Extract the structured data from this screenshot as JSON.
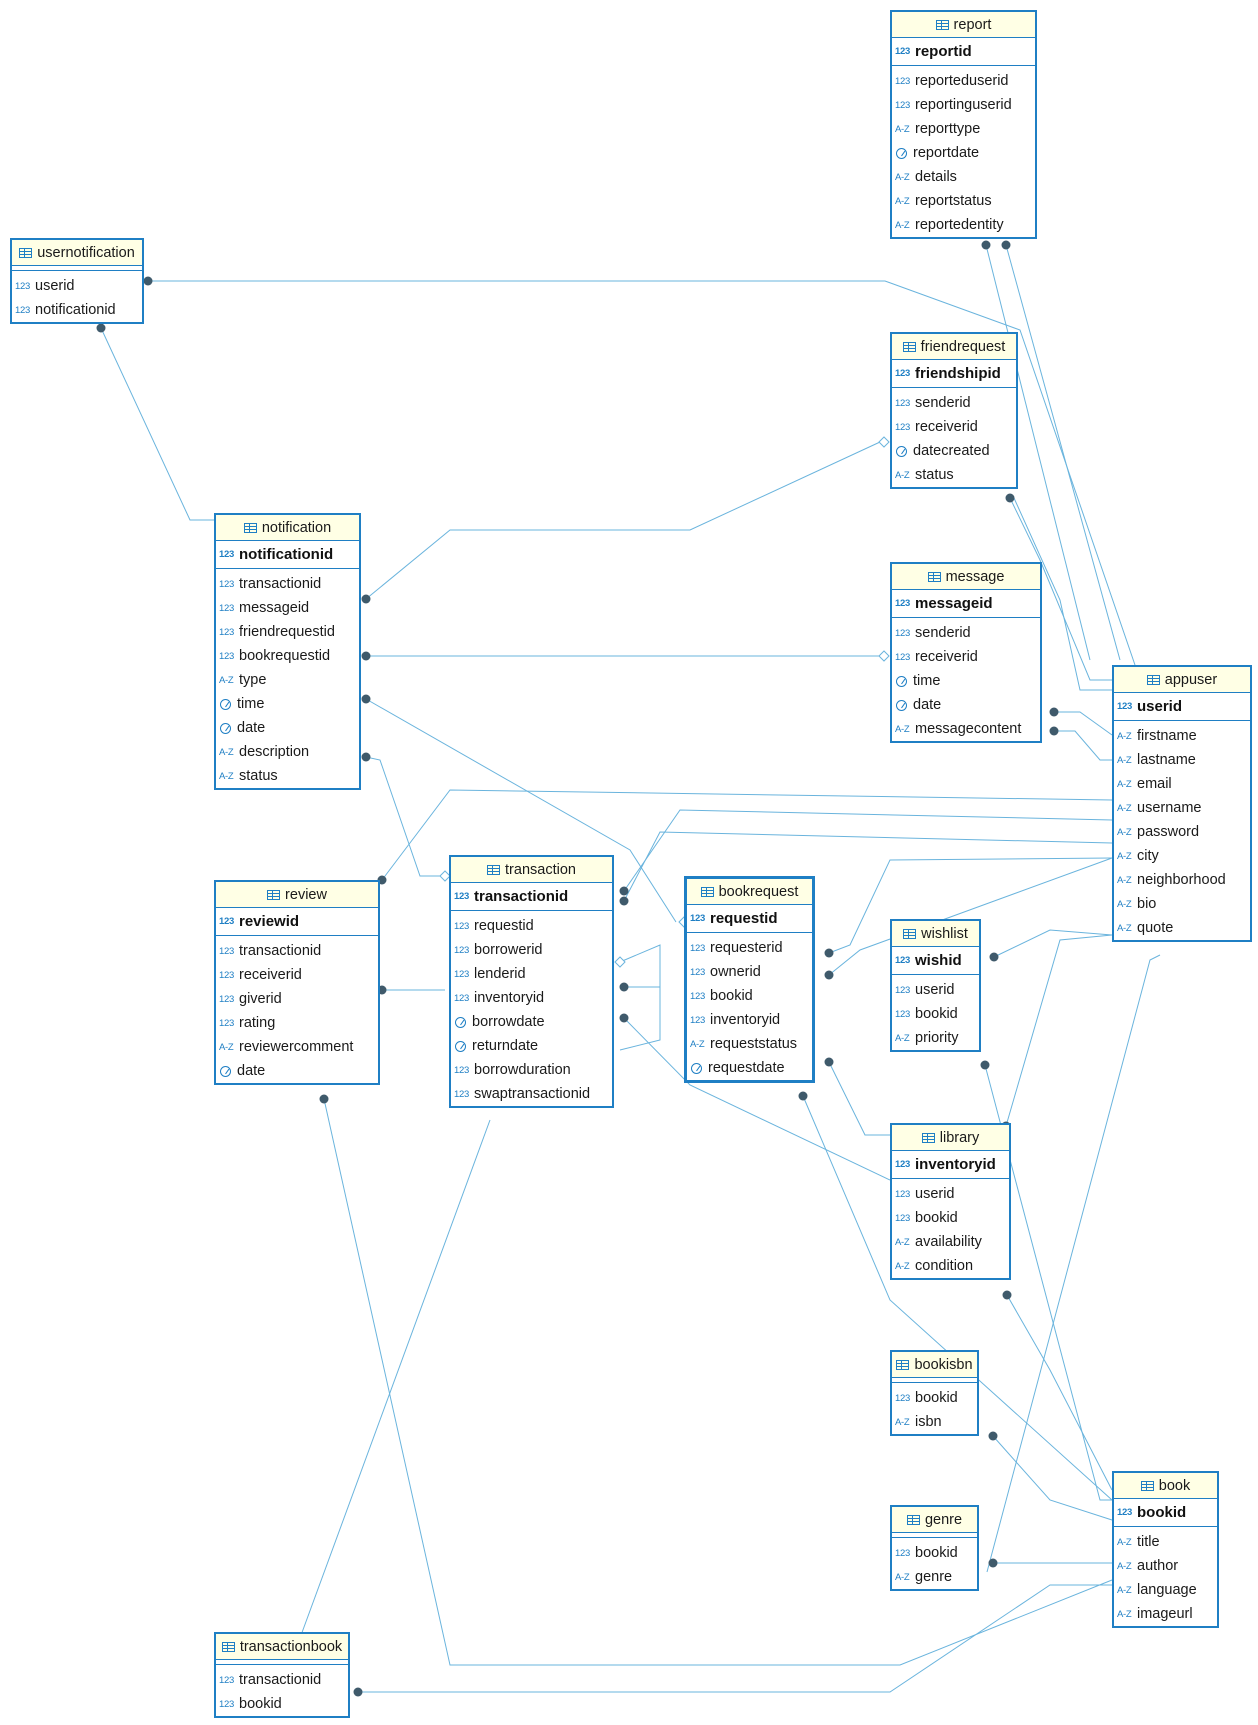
{
  "diagram": {
    "tables": [
      {
        "id": "report",
        "name": "report",
        "pk": {
          "type": "123",
          "name": "reportid"
        },
        "columns": [
          {
            "type": "123",
            "name": "reporteduserid"
          },
          {
            "type": "123",
            "name": "reportinguserid"
          },
          {
            "type": "A-Z",
            "name": "reporttype"
          },
          {
            "type": "clock",
            "name": "reportdate"
          },
          {
            "type": "A-Z",
            "name": "details"
          },
          {
            "type": "A-Z",
            "name": "reportstatus"
          },
          {
            "type": "A-Z",
            "name": "reportedentity"
          }
        ]
      },
      {
        "id": "usernotification",
        "name": "usernotification",
        "pk": null,
        "columns": [
          {
            "type": "123",
            "name": "userid"
          },
          {
            "type": "123",
            "name": "notificationid"
          }
        ]
      },
      {
        "id": "friendrequest",
        "name": "friendrequest",
        "pk": {
          "type": "123",
          "name": "friendshipid"
        },
        "columns": [
          {
            "type": "123",
            "name": "senderid"
          },
          {
            "type": "123",
            "name": "receiverid"
          },
          {
            "type": "clock",
            "name": "datecreated"
          },
          {
            "type": "A-Z",
            "name": "status"
          }
        ]
      },
      {
        "id": "notification",
        "name": "notification",
        "pk": {
          "type": "123",
          "name": "notificationid"
        },
        "columns": [
          {
            "type": "123",
            "name": "transactionid"
          },
          {
            "type": "123",
            "name": "messageid"
          },
          {
            "type": "123",
            "name": "friendrequestid"
          },
          {
            "type": "123",
            "name": "bookrequestid"
          },
          {
            "type": "A-Z",
            "name": "type"
          },
          {
            "type": "clock",
            "name": "time"
          },
          {
            "type": "clock",
            "name": "date"
          },
          {
            "type": "A-Z",
            "name": "description"
          },
          {
            "type": "A-Z",
            "name": "status"
          }
        ]
      },
      {
        "id": "message",
        "name": "message",
        "pk": {
          "type": "123",
          "name": "messageid"
        },
        "columns": [
          {
            "type": "123",
            "name": "senderid"
          },
          {
            "type": "123",
            "name": "receiverid"
          },
          {
            "type": "clock",
            "name": "time"
          },
          {
            "type": "clock",
            "name": "date"
          },
          {
            "type": "A-Z",
            "name": "messagecontent"
          }
        ]
      },
      {
        "id": "appuser",
        "name": "appuser",
        "pk": {
          "type": "123",
          "name": "userid"
        },
        "columns": [
          {
            "type": "A-Z",
            "name": "firstname"
          },
          {
            "type": "A-Z",
            "name": "lastname"
          },
          {
            "type": "A-Z",
            "name": "email"
          },
          {
            "type": "A-Z",
            "name": "username"
          },
          {
            "type": "A-Z",
            "name": "password"
          },
          {
            "type": "A-Z",
            "name": "city"
          },
          {
            "type": "A-Z",
            "name": "neighborhood"
          },
          {
            "type": "A-Z",
            "name": "bio"
          },
          {
            "type": "A-Z",
            "name": "quote"
          }
        ]
      },
      {
        "id": "review",
        "name": "review",
        "pk": {
          "type": "123",
          "name": "reviewid"
        },
        "columns": [
          {
            "type": "123",
            "name": "transactionid"
          },
          {
            "type": "123",
            "name": "receiverid"
          },
          {
            "type": "123",
            "name": "giverid"
          },
          {
            "type": "123",
            "name": "rating"
          },
          {
            "type": "A-Z",
            "name": "reviewercomment"
          },
          {
            "type": "clock",
            "name": "date"
          }
        ]
      },
      {
        "id": "transaction",
        "name": "transaction",
        "pk": {
          "type": "123",
          "name": "transactionid"
        },
        "columns": [
          {
            "type": "123",
            "name": "requestid"
          },
          {
            "type": "123",
            "name": "borrowerid"
          },
          {
            "type": "123",
            "name": "lenderid"
          },
          {
            "type": "123",
            "name": "inventoryid"
          },
          {
            "type": "clock",
            "name": "borrowdate"
          },
          {
            "type": "clock",
            "name": "returndate"
          },
          {
            "type": "123",
            "name": "borrowduration"
          },
          {
            "type": "123",
            "name": "swaptransactionid"
          }
        ]
      },
      {
        "id": "bookrequest",
        "name": "bookrequest",
        "pk": {
          "type": "123",
          "name": "requestid"
        },
        "columns": [
          {
            "type": "123",
            "name": "requesterid"
          },
          {
            "type": "123",
            "name": "ownerid"
          },
          {
            "type": "123",
            "name": "bookid"
          },
          {
            "type": "123",
            "name": "inventoryid"
          },
          {
            "type": "A-Z",
            "name": "requeststatus"
          },
          {
            "type": "clock",
            "name": "requestdate"
          }
        ]
      },
      {
        "id": "wishlist",
        "name": "wishlist",
        "pk": {
          "type": "123",
          "name": "wishid"
        },
        "columns": [
          {
            "type": "123",
            "name": "userid"
          },
          {
            "type": "123",
            "name": "bookid"
          },
          {
            "type": "A-Z",
            "name": "priority"
          }
        ]
      },
      {
        "id": "library",
        "name": "library",
        "pk": {
          "type": "123",
          "name": "inventoryid"
        },
        "columns": [
          {
            "type": "123",
            "name": "userid"
          },
          {
            "type": "123",
            "name": "bookid"
          },
          {
            "type": "A-Z",
            "name": "availability"
          },
          {
            "type": "A-Z",
            "name": "condition"
          }
        ]
      },
      {
        "id": "bookisbn",
        "name": "bookisbn",
        "pk": null,
        "columns": [
          {
            "type": "123",
            "name": "bookid"
          },
          {
            "type": "A-Z",
            "name": "isbn"
          }
        ]
      },
      {
        "id": "genre",
        "name": "genre",
        "pk": null,
        "columns": [
          {
            "type": "123",
            "name": "bookid"
          },
          {
            "type": "A-Z",
            "name": "genre"
          }
        ]
      },
      {
        "id": "book",
        "name": "book",
        "pk": {
          "type": "123",
          "name": "bookid"
        },
        "columns": [
          {
            "type": "A-Z",
            "name": "title"
          },
          {
            "type": "A-Z",
            "name": "author"
          },
          {
            "type": "A-Z",
            "name": "language"
          },
          {
            "type": "A-Z",
            "name": "imageurl"
          }
        ]
      },
      {
        "id": "transactionbook",
        "name": "transactionbook",
        "pk": null,
        "columns": [
          {
            "type": "123",
            "name": "transactionid"
          },
          {
            "type": "123",
            "name": "bookid"
          }
        ]
      }
    ]
  }
}
